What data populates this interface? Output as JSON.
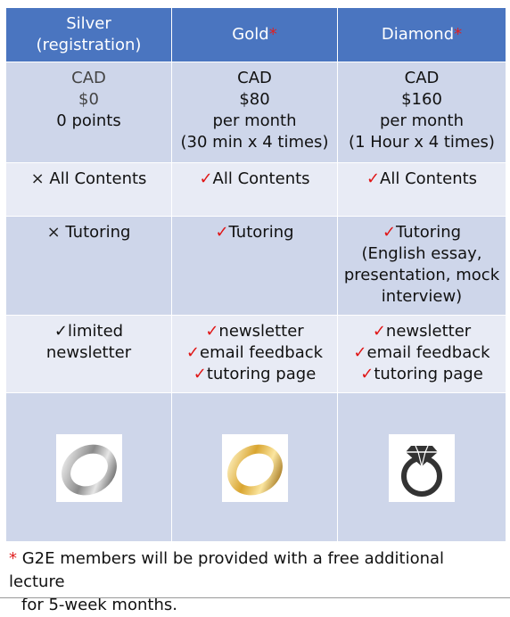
{
  "header": {
    "silver_line1": "Silver",
    "silver_line2": "(registration)",
    "gold": "Gold",
    "diamond": "Diamond",
    "asterisk": "*"
  },
  "marks": {
    "check": "✓",
    "cross": "×"
  },
  "price": {
    "silver": [
      "CAD",
      "$0",
      "0 points"
    ],
    "gold": [
      "CAD",
      "$80",
      "per month",
      "(30 min x 4 times)"
    ],
    "diamond": [
      "CAD",
      "$160",
      "per month",
      "(1 Hour x 4 times)"
    ]
  },
  "contents": {
    "silver": "All Contents",
    "gold": "All Contents",
    "diamond": "All Contents"
  },
  "tutoring": {
    "silver": "Tutoring",
    "gold": "Tutoring",
    "diamond": "Tutoring",
    "diamond_extra": [
      "(English essay,",
      "presentation, mock",
      "interview)"
    ]
  },
  "news": {
    "silver": "limited newsletter",
    "gold": [
      "newsletter",
      "email feedback",
      "tutoring page"
    ],
    "diamond": [
      "newsletter",
      "email feedback",
      "tutoring page"
    ]
  },
  "rings": {
    "silver": "silver-ring-icon",
    "gold": "gold-ring-icon",
    "diamond": "diamond-ring-icon"
  },
  "footnote": {
    "asterisk": "*",
    "line1": "G2E members will be provided with a free additional lecture",
    "line2": "for 5-week months."
  },
  "colors": {
    "header": "#4a75c0",
    "row_dark": "#ced6ea",
    "row_light": "#e8ebf5",
    "accent": "#e02020"
  }
}
